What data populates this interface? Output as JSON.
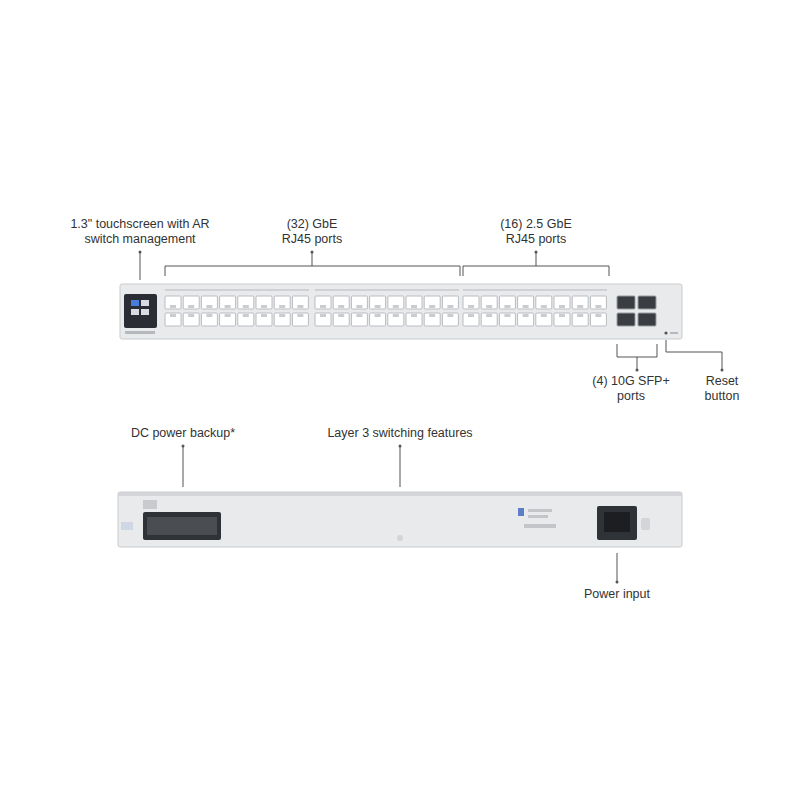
{
  "diagram": {
    "labels": [
      "1.3\" touchscreen with AR switch management",
      "(32) GbE RJ45 ports",
      "(16) 2.5 GbE RJ45 ports",
      "(4) 10G SFP+ ports",
      "Reset button",
      "DC power backup*",
      "Layer 3 switching features",
      "Power input"
    ]
  }
}
